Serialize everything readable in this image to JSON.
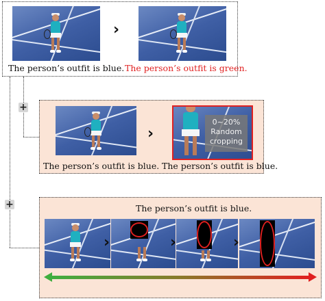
{
  "panel1": {
    "caption_left": "The person’s outfit is blue.",
    "caption_right": "The person’s outfit is green."
  },
  "panel2": {
    "caption_left": "The person’s outfit is blue.",
    "caption_right": "The person’s outfit is blue.",
    "crop_label_line1": "0~20%",
    "crop_label_line2": "Random",
    "crop_label_line3": "cropping"
  },
  "panel3": {
    "caption": "The person’s outfit is blue."
  },
  "symbols": {
    "plus": "+",
    "chevron": "›"
  },
  "colors": {
    "panel_bg": "#fbe4d6",
    "accent_red": "#e02020",
    "gradient_start_green": "#3fae3f",
    "court_blue": "#3f5fa5",
    "outfit_teal": "#1fb0c0"
  },
  "icons": [
    "chevron-right-icon",
    "plus-icon",
    "double-arrow-icon"
  ]
}
